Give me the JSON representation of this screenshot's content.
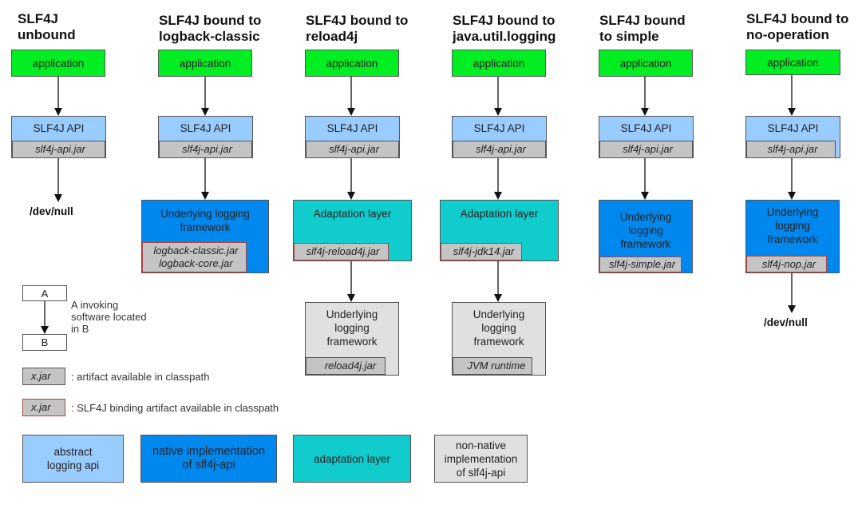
{
  "columns": [
    {
      "title": "SLF4J\nunbound",
      "application": "application",
      "api": {
        "label": "SLF4J API",
        "jar": "slf4j-api.jar"
      },
      "target": "/dev/null"
    },
    {
      "title": "SLF4J bound to\nlogback-classic",
      "application": "application",
      "api": {
        "label": "SLF4J API",
        "jar": "slf4j-api.jar"
      },
      "impl": {
        "label": "Underlying logging\nframework",
        "jars": [
          "logback-classic.jar",
          "logback-core.jar"
        ]
      }
    },
    {
      "title": "SLF4J bound to\nreload4j",
      "application": "application",
      "api": {
        "label": "SLF4J API",
        "jar": "slf4j-api.jar"
      },
      "adapter": {
        "label": "Adaptation layer",
        "jar": "slf4j-reload4j.jar"
      },
      "underlying": {
        "label": "Underlying\nlogging\nframework",
        "jar": "reload4j.jar"
      }
    },
    {
      "title": "SLF4J bound to\njava.util.logging",
      "application": "application",
      "api": {
        "label": "SLF4J API",
        "jar": "slf4j-api.jar"
      },
      "adapter": {
        "label": "Adaptation layer",
        "jar": "slf4j-jdk14.jar"
      },
      "underlying": {
        "label": "Underlying\nlogging\nframework",
        "jar": "JVM runtime"
      }
    },
    {
      "title": "SLF4J bound\nto simple",
      "application": "application",
      "api": {
        "label": "SLF4J API",
        "jar": "slf4j-api.jar"
      },
      "impl": {
        "label": "Underlying\nlogging\nframework",
        "jars": [
          "slf4j-simple.jar"
        ]
      }
    },
    {
      "title": "SLF4J bound to\nno-operation",
      "application": "application",
      "api": {
        "label": "SLF4J API",
        "jar": "slf4j-api.jar"
      },
      "impl": {
        "label": "Underlying\nlogging\nframework",
        "jars": [
          "slf4j-nop.jar"
        ]
      },
      "target": "/dev/null"
    }
  ],
  "legend": {
    "invoke": {
      "a": "A",
      "b": "B",
      "text": "A invoking\nsoftware located\nin B"
    },
    "artifact": {
      "jar": "x.jar",
      "text": ": artifact available in classpath"
    },
    "binding": {
      "jar": "x.jar",
      "text": ": SLF4J binding artifact available in classpath"
    },
    "swatches": [
      {
        "label": "abstract\nlogging api",
        "color": "#99ccff"
      },
      {
        "label": "native implementation\nof slf4j-api",
        "color": "#0088ee"
      },
      {
        "label": "adaptation layer",
        "color": "#11cccc"
      },
      {
        "label": "non-native\nimplementation\nof slf4j-api",
        "color": "#e0e0e0"
      }
    ]
  }
}
